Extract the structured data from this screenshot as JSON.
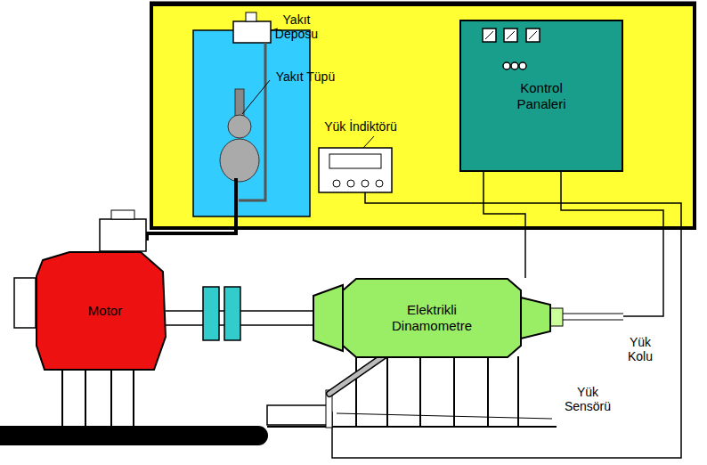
{
  "diagram": {
    "nodes": [
      {
        "text": [
          "Kontrol Panaleri"
        ]
      },
      {
        "text": [
          "Motor"
        ]
      },
      {
        "text": [
          "Elektrikli Dinamometre"
        ]
      }
    ],
    "edges": [
      {
        "from": 0,
        "to": 2,
        "arrow": "none"
      },
      {
        "from": 1,
        "to": 2,
        "arrow": "none"
      }
    ],
    "labels": [
      "Yakıt Deposu",
      "Yakıt Tüpü",
      "Yük İndiktörü",
      "Yük Kolu",
      "Yük Sensörü"
    ]
  }
}
